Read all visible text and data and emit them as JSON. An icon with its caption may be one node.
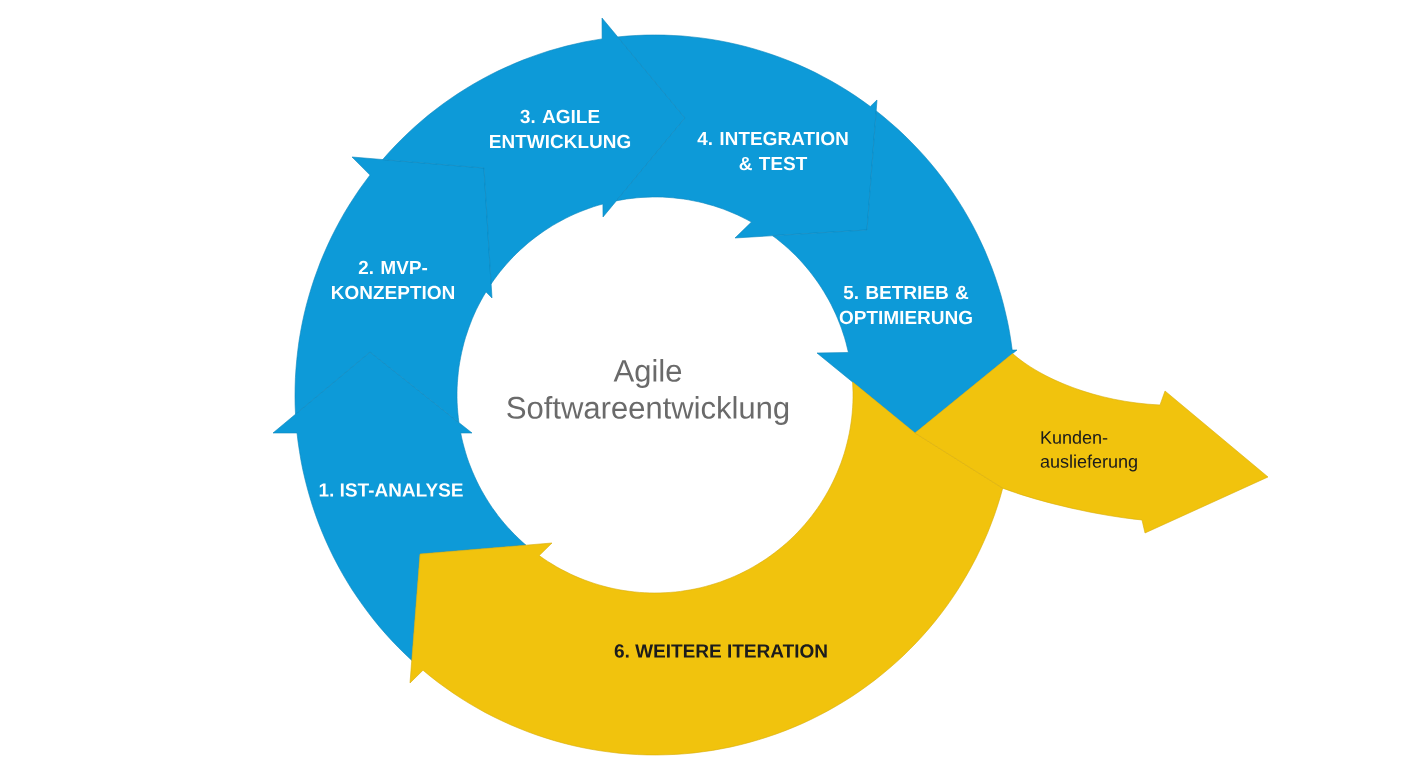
{
  "diagram": {
    "nodes": [
      {
        "text": [
          "1. IST-ANALYSE"
        ]
      },
      {
        "text": [
          "2. MVP- KONZEPTION"
        ]
      },
      {
        "text": [
          "3. AGILE ENTWICKLUNG"
        ]
      },
      {
        "text": [
          "4. INTEGRATION & TEST"
        ]
      },
      {
        "text": [
          "5. BETRIEB & OPTIMIERUNG"
        ]
      },
      {
        "text": [
          "6. WEITERE ITERATION"
        ]
      },
      {
        "text": [
          "Kunden- auslieferung"
        ]
      }
    ],
    "labels": [
      "Agile Softwareentwicklung"
    ]
  }
}
